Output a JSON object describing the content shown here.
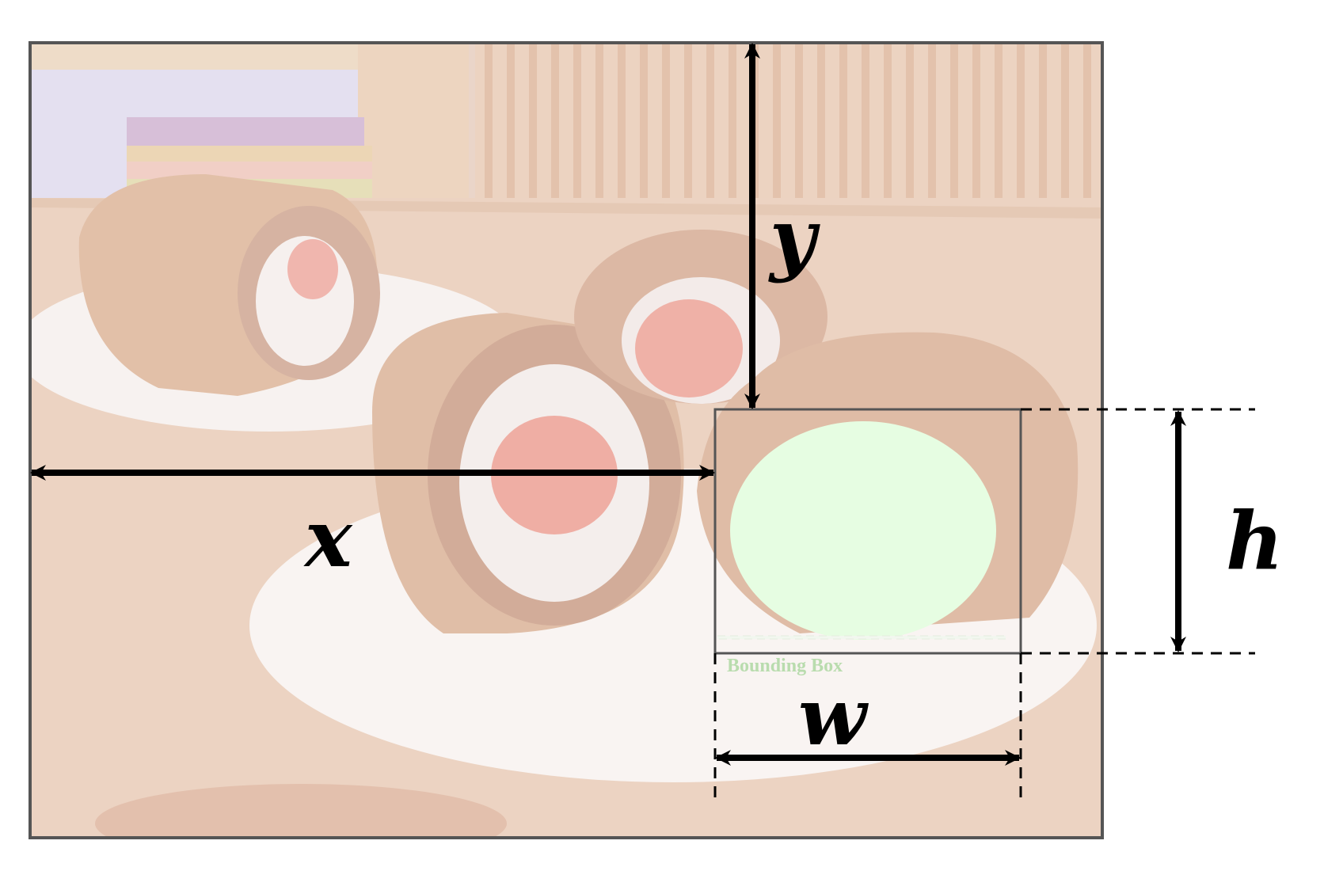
{
  "diagram": {
    "labels": {
      "x": "x",
      "y": "y",
      "w": "w",
      "h": "h",
      "bounding_box": "Bounding Box"
    },
    "colors": {
      "frame": "#555555",
      "arrow": "#000000",
      "mask_fill": "#e6fde2",
      "caption": "#b9dcae",
      "photo_tint": "#ead2c6"
    },
    "photo_content": [
      "strawberry roll cake slices",
      "white plate",
      "wooden table",
      "books",
      "wooden chair"
    ]
  }
}
